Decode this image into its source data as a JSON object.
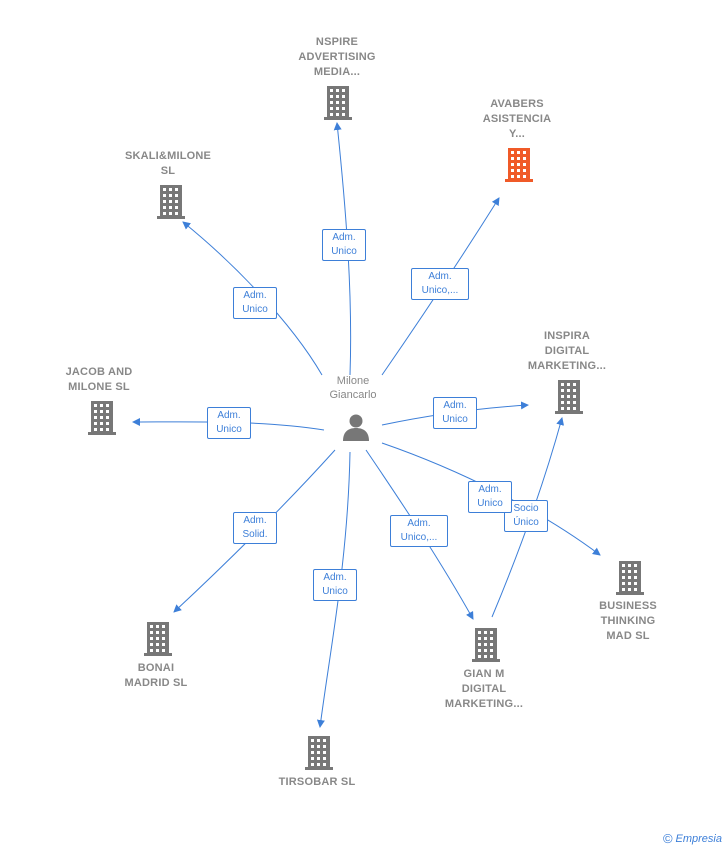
{
  "center": {
    "name_line1": "Milone",
    "name_line2": "Giancarlo"
  },
  "companies": [
    {
      "id": "nspire",
      "lines": [
        "NSPIRE",
        "ADVERTISING",
        "MEDIA..."
      ],
      "color": "#777777"
    },
    {
      "id": "avabers",
      "lines": [
        "AVABERS",
        "ASISTENCIA",
        "Y..."
      ],
      "color": "#f05a28"
    },
    {
      "id": "skali",
      "lines": [
        "SKALI&MILONE",
        "SL"
      ],
      "color": "#777777"
    },
    {
      "id": "inspira",
      "lines": [
        "INSPIRA",
        "DIGITAL",
        "MARKETING..."
      ],
      "color": "#777777"
    },
    {
      "id": "jacob",
      "lines": [
        "JACOB AND",
        "MILONE  SL"
      ],
      "color": "#777777"
    },
    {
      "id": "business",
      "lines": [
        "BUSINESS",
        "THINKING",
        "MAD  SL"
      ],
      "color": "#777777"
    },
    {
      "id": "gian",
      "lines": [
        "GIAN M",
        "DIGITAL",
        "MARKETING..."
      ],
      "color": "#777777"
    },
    {
      "id": "bonai",
      "lines": [
        "BONAI",
        "MADRID  SL"
      ],
      "color": "#777777"
    },
    {
      "id": "tirsobar",
      "lines": [
        "TIRSOBAR  SL"
      ],
      "color": "#777777"
    }
  ],
  "relations": [
    {
      "id": "r-nspire",
      "lines": [
        "Adm.",
        "Unico"
      ]
    },
    {
      "id": "r-avabers",
      "lines": [
        "Adm.",
        "Unico,..."
      ]
    },
    {
      "id": "r-skali",
      "lines": [
        "Adm.",
        "Unico"
      ]
    },
    {
      "id": "r-inspira",
      "lines": [
        "Adm.",
        "Unico"
      ]
    },
    {
      "id": "r-jacob",
      "lines": [
        "Adm.",
        "Unico"
      ]
    },
    {
      "id": "r-business",
      "lines": [
        "Adm.",
        "Unico"
      ]
    },
    {
      "id": "r-gian-inspira",
      "lines": [
        "Socio",
        "Único"
      ]
    },
    {
      "id": "r-gian",
      "lines": [
        "Adm.",
        "Unico,..."
      ]
    },
    {
      "id": "r-bonai",
      "lines": [
        "Adm.",
        "Solid."
      ]
    },
    {
      "id": "r-tirsobar",
      "lines": [
        "Adm.",
        "Unico"
      ]
    }
  ],
  "footer": {
    "copyright": "©",
    "brand": "Empresia"
  },
  "colors": {
    "edge": "#3d7fd8",
    "node": "#777777",
    "highlight": "#f05a28"
  }
}
